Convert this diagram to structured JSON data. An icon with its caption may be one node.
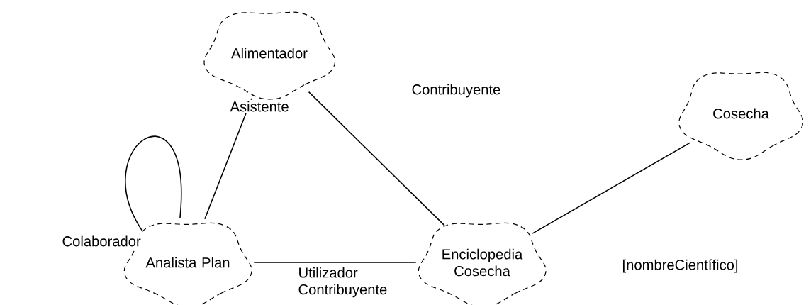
{
  "diagram": {
    "nodes": [
      {
        "text": [
          "Alimentador"
        ]
      },
      {
        "text": [
          "Cosecha"
        ]
      },
      {
        "text": [
          "Analista Plan"
        ]
      },
      {
        "text": [
          "Enciclopedia Cosecha"
        ]
      }
    ],
    "edges": [
      {
        "from": 2,
        "to": 0,
        "arrow": "none",
        "label": "Asistente"
      },
      {
        "from": 0,
        "to": 3,
        "arrow": "none",
        "label": "Contribuyente"
      },
      {
        "from": 2,
        "to": 2,
        "arrow": "none",
        "label": "Colaborador"
      },
      {
        "from": 2,
        "to": 3,
        "arrow": "none",
        "label": "Utilizador Contribuyente"
      },
      {
        "from": 3,
        "to": 1,
        "arrow": "none",
        "label": "[nombreCientífico]"
      }
    ]
  }
}
